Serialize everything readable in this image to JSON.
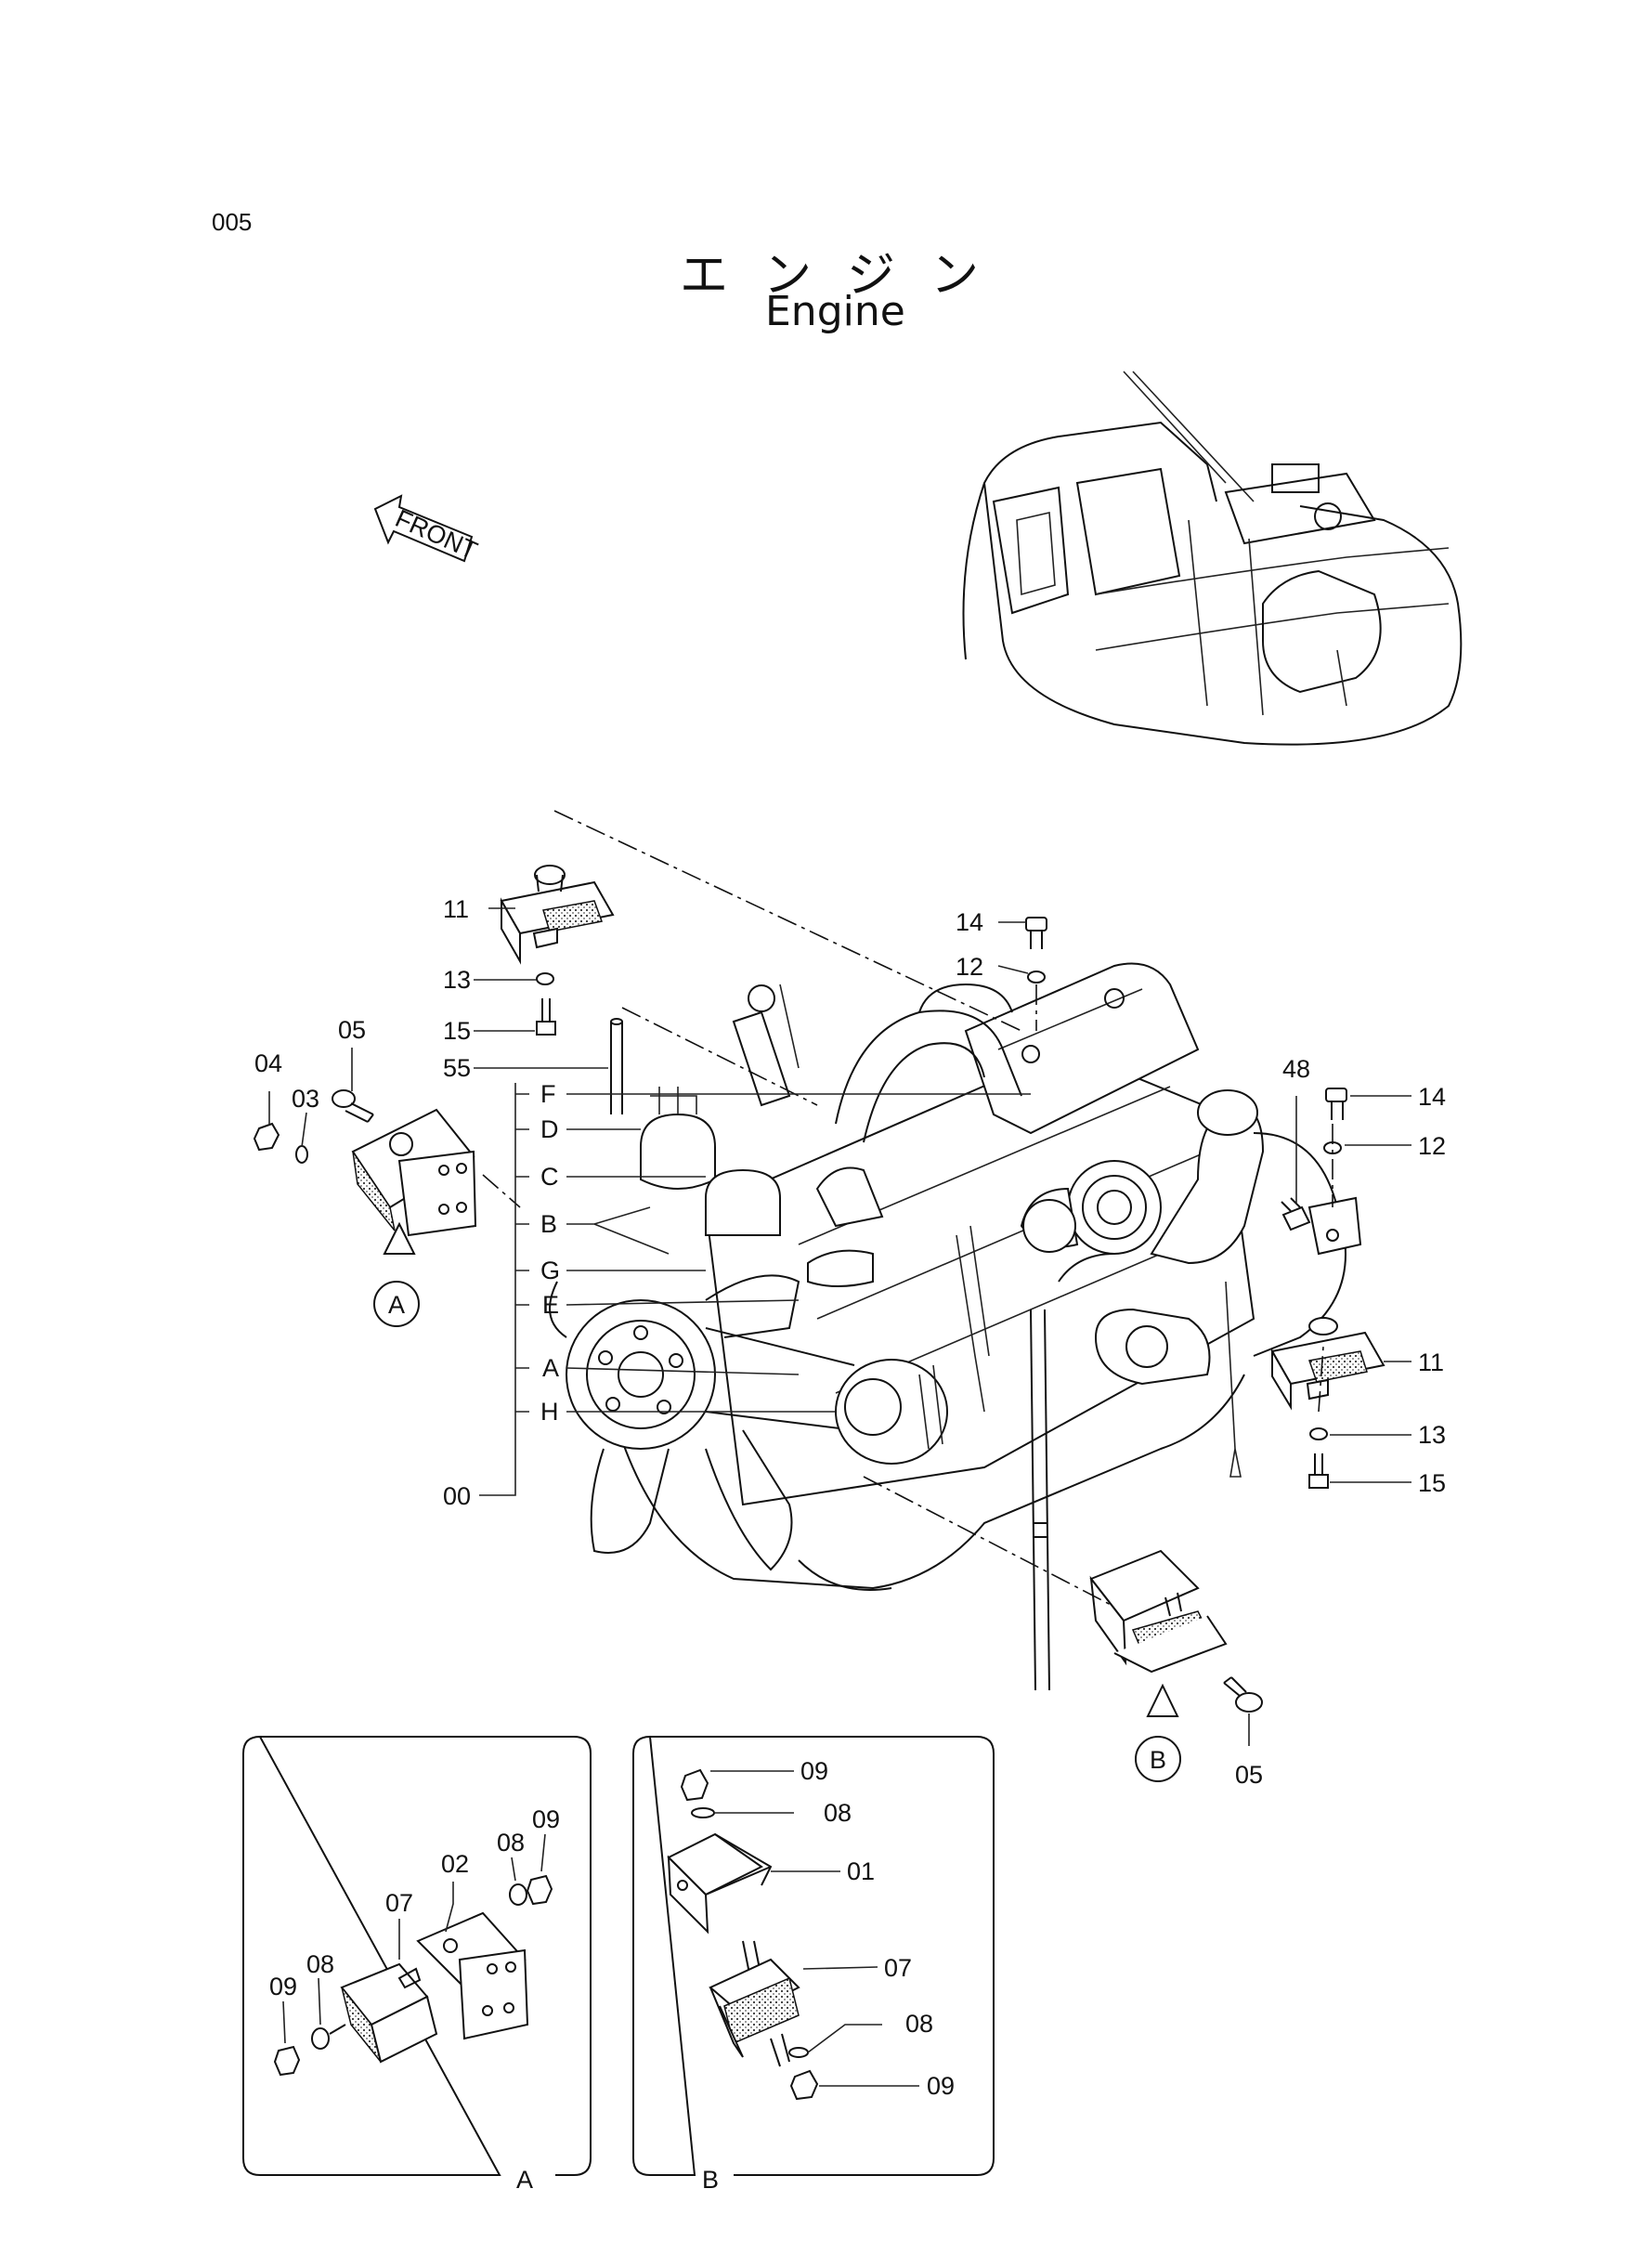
{
  "page_number": "005",
  "title_jp": "エンジン",
  "title_en": "Engine",
  "front_label": "FRONT",
  "callouts_main": [
    {
      "id": "c11a",
      "label": "11"
    },
    {
      "id": "c13a",
      "label": "13"
    },
    {
      "id": "c15a",
      "label": "15"
    },
    {
      "id": "c55",
      "label": "55"
    },
    {
      "id": "c04",
      "label": "04"
    },
    {
      "id": "c05a",
      "label": "05"
    },
    {
      "id": "c03",
      "label": "03"
    },
    {
      "id": "cF",
      "label": "F"
    },
    {
      "id": "cD",
      "label": "D"
    },
    {
      "id": "cC",
      "label": "C"
    },
    {
      "id": "cB",
      "label": "B"
    },
    {
      "id": "cG",
      "label": "G"
    },
    {
      "id": "cE",
      "label": "E"
    },
    {
      "id": "cA",
      "label": "A"
    },
    {
      "id": "cH",
      "label": "H"
    },
    {
      "id": "c00",
      "label": "00"
    },
    {
      "id": "c14a",
      "label": "14"
    },
    {
      "id": "c12a",
      "label": "12"
    },
    {
      "id": "c48",
      "label": "48"
    },
    {
      "id": "c14b",
      "label": "14"
    },
    {
      "id": "c12b",
      "label": "12"
    },
    {
      "id": "c11b",
      "label": "11"
    },
    {
      "id": "c13b",
      "label": "13"
    },
    {
      "id": "c15b",
      "label": "15"
    },
    {
      "id": "c05b",
      "label": "05"
    }
  ],
  "view_markers": [
    {
      "id": "markA",
      "label": "A"
    },
    {
      "id": "markB",
      "label": "B"
    }
  ],
  "detail_a": {
    "caption": "A",
    "callouts": [
      {
        "id": "a02",
        "label": "02"
      },
      {
        "id": "a07",
        "label": "07"
      },
      {
        "id": "a08a",
        "label": "08"
      },
      {
        "id": "a09a",
        "label": "09"
      },
      {
        "id": "a08b",
        "label": "08"
      },
      {
        "id": "a09b",
        "label": "09"
      }
    ]
  },
  "detail_b": {
    "caption": "B",
    "callouts": [
      {
        "id": "b09a",
        "label": "09"
      },
      {
        "id": "b08a",
        "label": "08"
      },
      {
        "id": "b01",
        "label": "01"
      },
      {
        "id": "b07",
        "label": "07"
      },
      {
        "id": "b08b",
        "label": "08"
      },
      {
        "id": "b09b",
        "label": "09"
      }
    ]
  }
}
